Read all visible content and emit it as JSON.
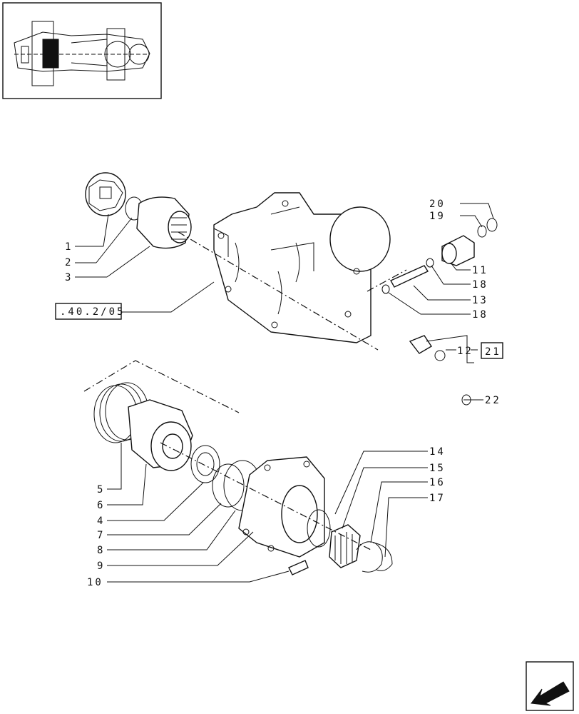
{
  "callouts": {
    "c1": "1",
    "c2": "2",
    "c3": "3",
    "c4": "4",
    "c5": "5",
    "c6": "6",
    "c7": "7",
    "c8": "8",
    "c9": "9",
    "c10": "10",
    "c11": "11",
    "c12": "12",
    "c13": "13",
    "c14": "14",
    "c15": "15",
    "c16": "16",
    "c17": "17",
    "c18a": "18",
    "c18b": "18",
    "c19": "19",
    "c20": "20",
    "c22": "22"
  },
  "references": {
    "ref_section": ".40.2/05",
    "ref_box": "21"
  },
  "icons": {
    "thumbnail": "axle-assembly-thumbnail",
    "nav": "arrow-back-icon"
  }
}
